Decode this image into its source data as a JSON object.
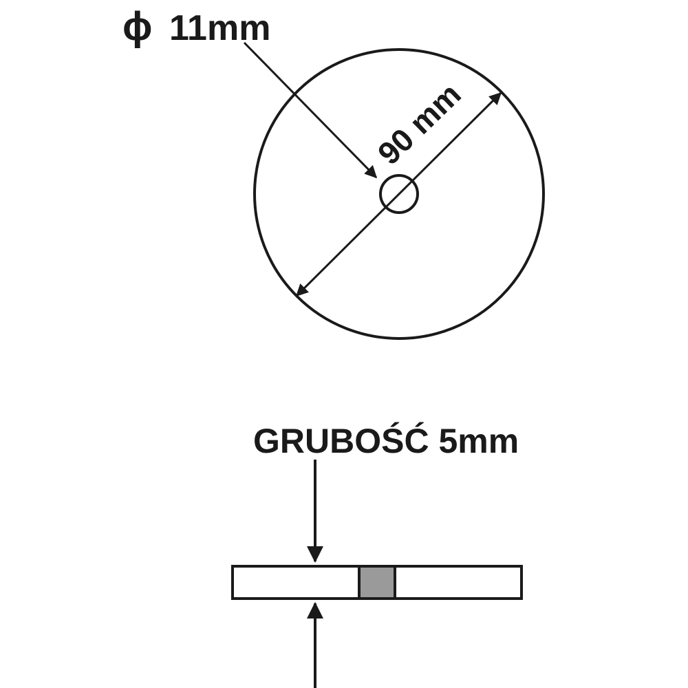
{
  "labels": {
    "hole_symbol": "ϕ",
    "hole_diameter": "11mm",
    "outer_diameter": "90 mm",
    "thickness": "GRUBOŚĆ 5mm"
  },
  "colors": {
    "stroke": "#1a1a1a",
    "background": "#ffffff",
    "hub_fill": "#9a9a9a"
  }
}
